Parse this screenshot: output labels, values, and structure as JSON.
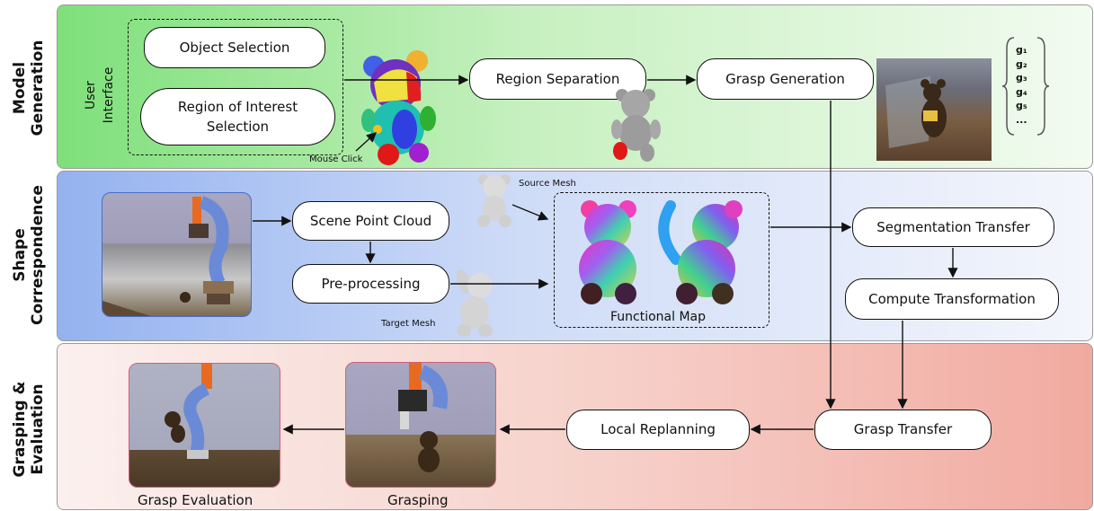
{
  "sections": {
    "model_generation": "Model\nGeneration",
    "shape_correspondence": "Shape\nCorrespondence",
    "grasping_evaluation": "Grasping &\nEvaluation"
  },
  "user_interface": "User\nInterface",
  "boxes": {
    "object_selection": "Object Selection",
    "region_of_interest": "Region of Interest\nSelection",
    "region_separation": "Region Separation",
    "grasp_generation": "Grasp Generation",
    "scene_point_cloud": "Scene Point Cloud",
    "pre_processing": "Pre-processing",
    "segmentation_transfer": "Segmentation Transfer",
    "compute_transformation": "Compute Transformation",
    "grasp_transfer": "Grasp Transfer",
    "local_replanning": "Local Replanning"
  },
  "labels": {
    "mouse_click": "Mouse Click",
    "source_mesh": "Source Mesh",
    "target_mesh": "Target Mesh",
    "functional_map": "Functional Map",
    "grasp_evaluation": "Grasp Evaluation",
    "grasping": "Grasping"
  },
  "grasp_set": [
    "g₁",
    "g₂",
    "g₃",
    "g₄",
    "g₅",
    "..."
  ],
  "colors": {
    "band_green": "#c8f0c0",
    "band_blue": "#c8d8f8",
    "band_red": "#f8c8c0"
  }
}
